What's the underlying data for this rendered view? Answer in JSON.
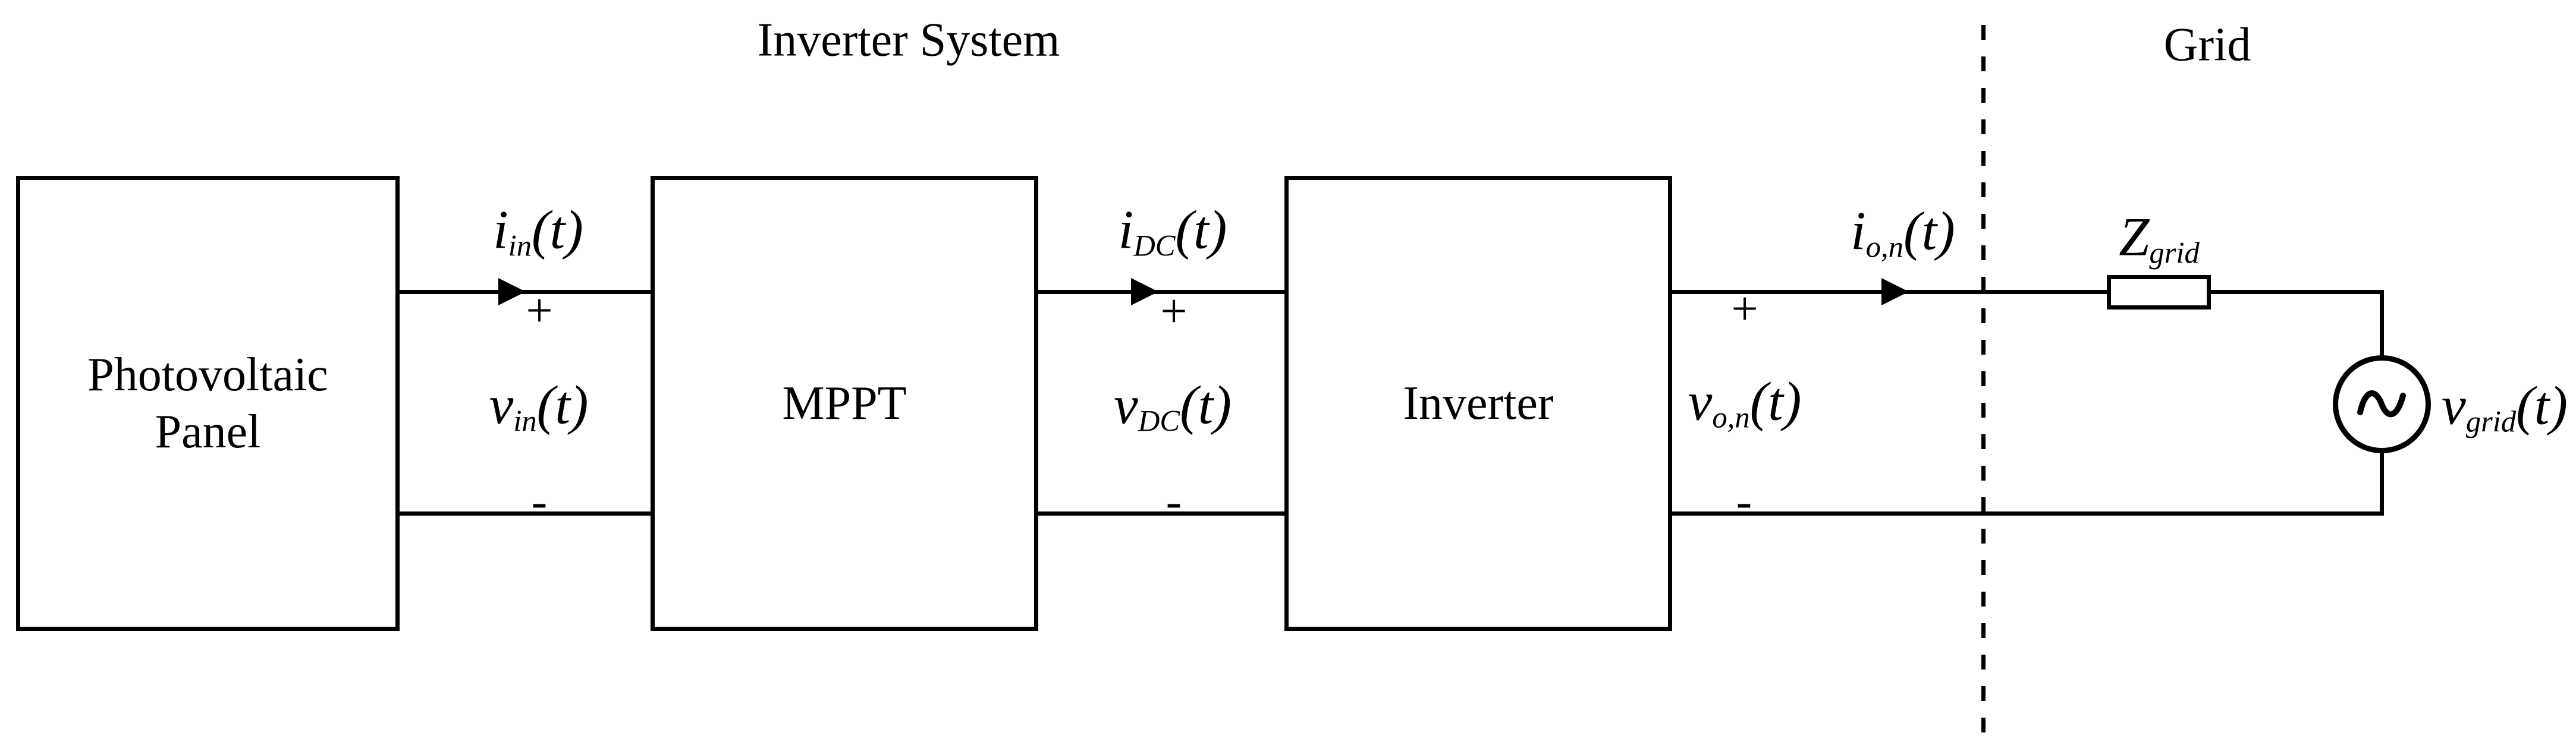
{
  "colors": {
    "background": "#ffffff",
    "line": "#000000"
  },
  "titles": {
    "inverter_system": "Inverter System",
    "grid": "Grid"
  },
  "blocks": {
    "pv": {
      "line1": "Photovoltaic",
      "line2": "Panel"
    },
    "mppt": {
      "label": "MPPT"
    },
    "inverter": {
      "label": "Inverter"
    }
  },
  "signals": {
    "input": {
      "current": {
        "base": "i",
        "sub": "in",
        "suffix": "(t)"
      },
      "voltage": {
        "base": "v",
        "sub": "in",
        "suffix": "(t)"
      },
      "plus": "+",
      "minus": "-"
    },
    "dc": {
      "current": {
        "base": "i",
        "sub": "DC",
        "suffix": "(t)"
      },
      "voltage": {
        "base": "v",
        "sub": "DC",
        "suffix": "(t)"
      },
      "plus": "+",
      "minus": "-"
    },
    "output": {
      "current": {
        "base": "i",
        "sub": "o,n",
        "suffix": "(t)"
      },
      "voltage": {
        "base": "v",
        "sub": "o,n",
        "suffix": "(t)"
      },
      "plus": "+",
      "minus": "-"
    }
  },
  "grid_section": {
    "impedance": {
      "base": "Z",
      "sub": "grid",
      "suffix": ""
    },
    "source_voltage": {
      "base": "v",
      "sub": "grid",
      "suffix": "(t)"
    }
  }
}
